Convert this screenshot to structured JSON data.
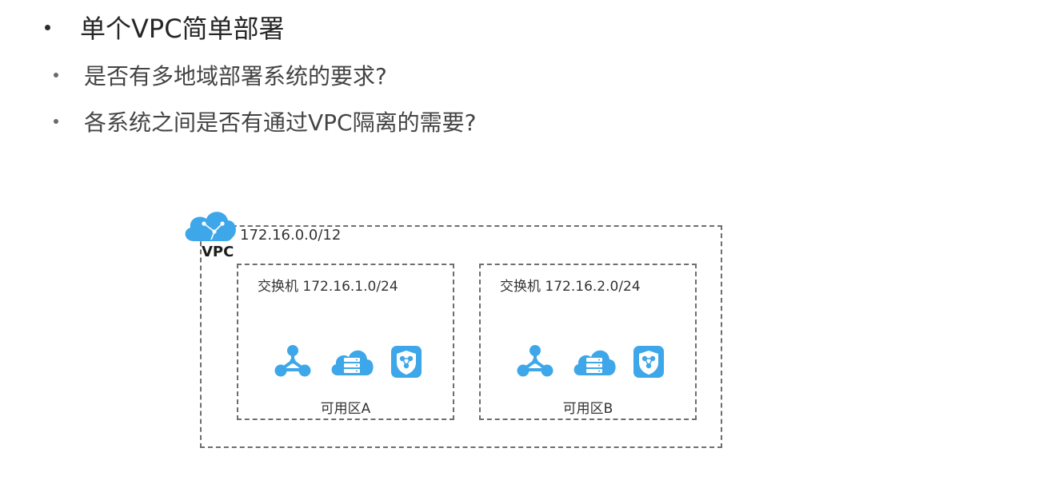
{
  "bullets": [
    {
      "text": "单个VPC简单部署"
    },
    {
      "text": "是否有多地域部署系统的要求?"
    },
    {
      "text": "各系统之间是否有通过VPC隔离的需要?"
    }
  ],
  "diagram": {
    "vpc": {
      "label": "VPC",
      "cidr": "172.16.0.0/12",
      "icon": "vpc-cloud-icon"
    },
    "switches": [
      {
        "title": "交换机 172.16.1.0/24",
        "zone": "可用区A",
        "icons": [
          "slb-network-icon",
          "cloud-database-icon",
          "security-shield-icon"
        ]
      },
      {
        "title": "交换机 172.16.2.0/24",
        "zone": "可用区B",
        "icons": [
          "slb-network-icon",
          "cloud-database-icon",
          "security-shield-icon"
        ]
      }
    ],
    "colors": {
      "icon_blue": "#3ea7e9",
      "border_gray": "#6e6e6e"
    }
  }
}
